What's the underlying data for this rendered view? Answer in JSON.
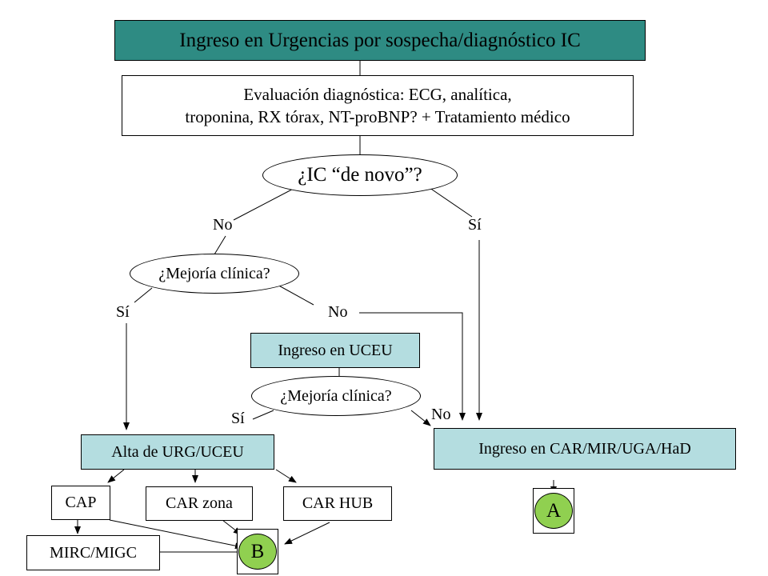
{
  "nodes": {
    "ingreso": "Ingreso  en  Urgencias  por  sospecha/diagnóstico  IC",
    "evaluacion_line1": "Evaluación diagnóstica: ECG, analítica,",
    "evaluacion_line2": "troponina, RX tórax, NT-proBNP? + Tratamiento médico",
    "ic_novo": "¿IC “de novo”?",
    "mejoria1": "¿Mejoría clínica?",
    "ingreso_uceu": "Ingreso en UCEU",
    "mejoria2": "¿Mejoría clínica?",
    "alta": "Alta de URG/UCEU",
    "ingreso_car": "Ingreso en CAR/MIR/UGA/HaD",
    "cap": "CAP",
    "car_zona": "CAR zona",
    "car_hub": "CAR HUB",
    "mirc": "MIRC/MIGC",
    "b": "B",
    "a": "A"
  },
  "edge_labels": {
    "no1": "No",
    "si1": "Sí",
    "si2": "Sí",
    "no2": "No",
    "si3": "Sí",
    "no3": "No"
  },
  "colors": {
    "teal": "#2e8b83",
    "light_blue": "#b4dde0",
    "green": "#90d050"
  }
}
